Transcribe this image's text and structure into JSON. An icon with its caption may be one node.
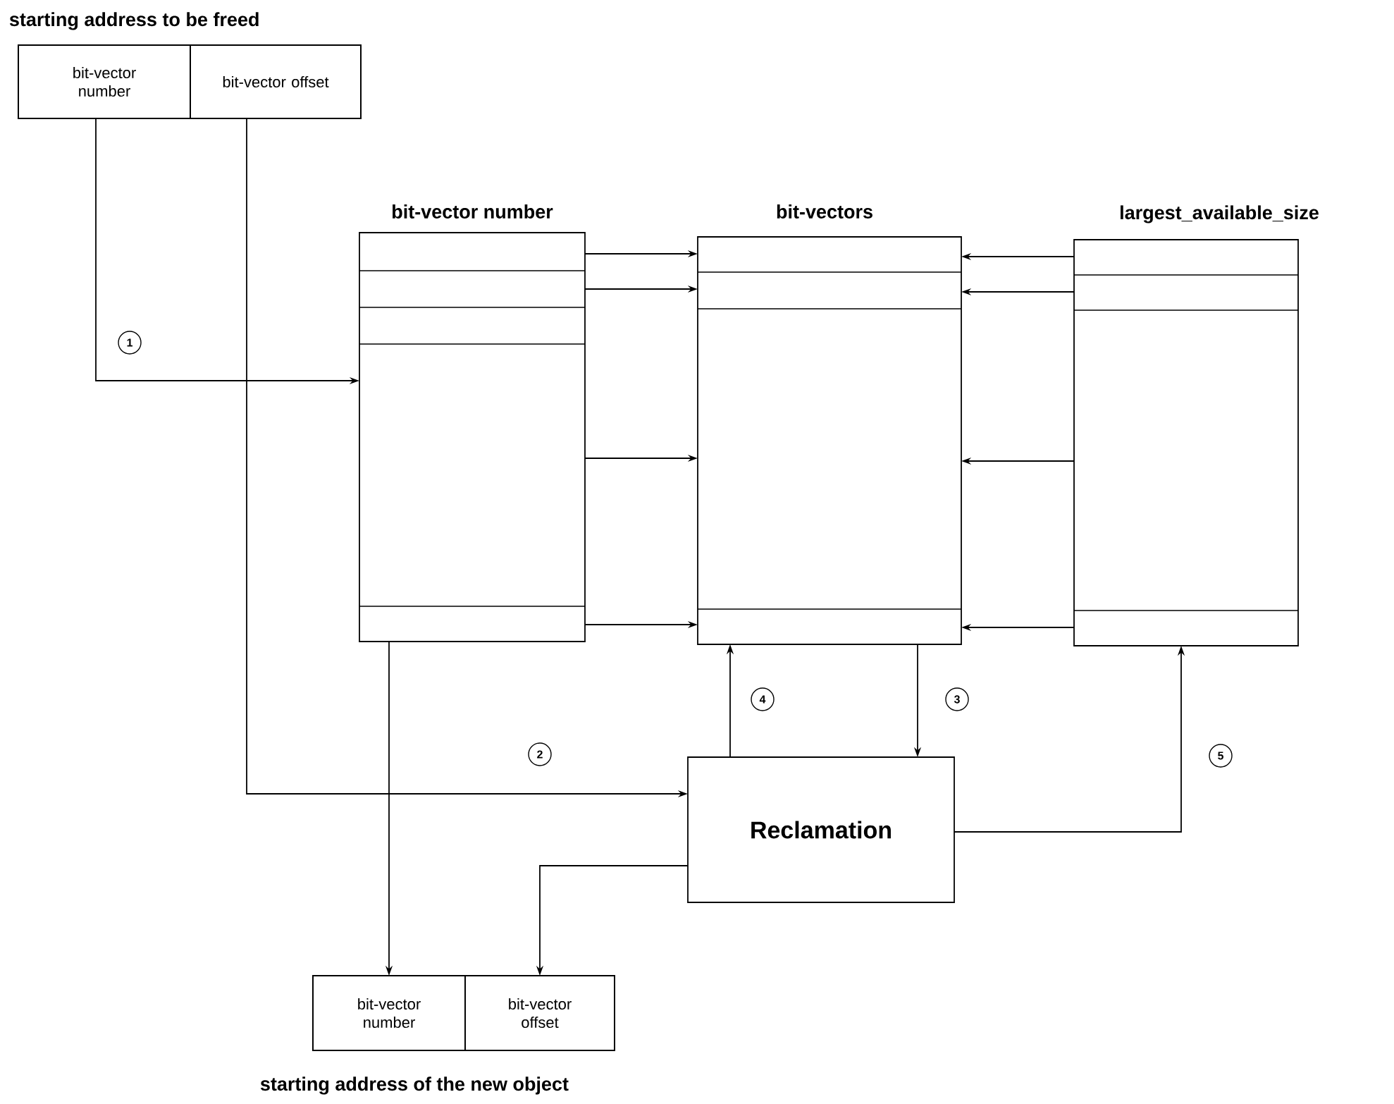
{
  "diagram": {
    "nodes": [
      {
        "text": [
          "starting address to be freed"
        ]
      },
      {
        "text": [
          "bit-vector number"
        ],
        "in": 0
      },
      {
        "text": [
          "bit-vector offset"
        ],
        "in": 0
      },
      {
        "text": [
          "bit-vector number"
        ]
      },
      {
        "text": [
          "bit-vectors"
        ]
      },
      {
        "text": [
          "largest_available_size"
        ]
      },
      {
        "text": [
          "Reclamation"
        ]
      },
      {
        "text": [
          "starting address of the new object"
        ]
      },
      {
        "text": [
          "bit-vector number"
        ],
        "in": 7
      },
      {
        "text": [
          "bit-vector offset"
        ],
        "in": 7
      }
    ],
    "edges": [
      {
        "from": 1,
        "to": 3,
        "arrow": "to",
        "label": "1"
      },
      {
        "from": 2,
        "to": 6,
        "arrow": "to",
        "label": "2"
      },
      {
        "from": 4,
        "to": 6,
        "arrow": "to",
        "label": "3"
      },
      {
        "from": 6,
        "to": 4,
        "arrow": "to",
        "label": "4"
      },
      {
        "from": 6,
        "to": 5,
        "arrow": "to",
        "label": "5"
      },
      {
        "from": 3,
        "to": 8,
        "arrow": "to"
      },
      {
        "from": 6,
        "to": 9,
        "arrow": "to"
      },
      {
        "from": 3,
        "to": 4,
        "arrow": "to"
      },
      {
        "from": 3,
        "to": 4,
        "arrow": "to"
      },
      {
        "from": 3,
        "to": 4,
        "arrow": "to"
      },
      {
        "from": 3,
        "to": 4,
        "arrow": "to"
      },
      {
        "from": 5,
        "to": 4,
        "arrow": "to"
      },
      {
        "from": 5,
        "to": 4,
        "arrow": "to"
      },
      {
        "from": 5,
        "to": 4,
        "arrow": "to"
      },
      {
        "from": 5,
        "to": 4,
        "arrow": "to"
      }
    ]
  }
}
